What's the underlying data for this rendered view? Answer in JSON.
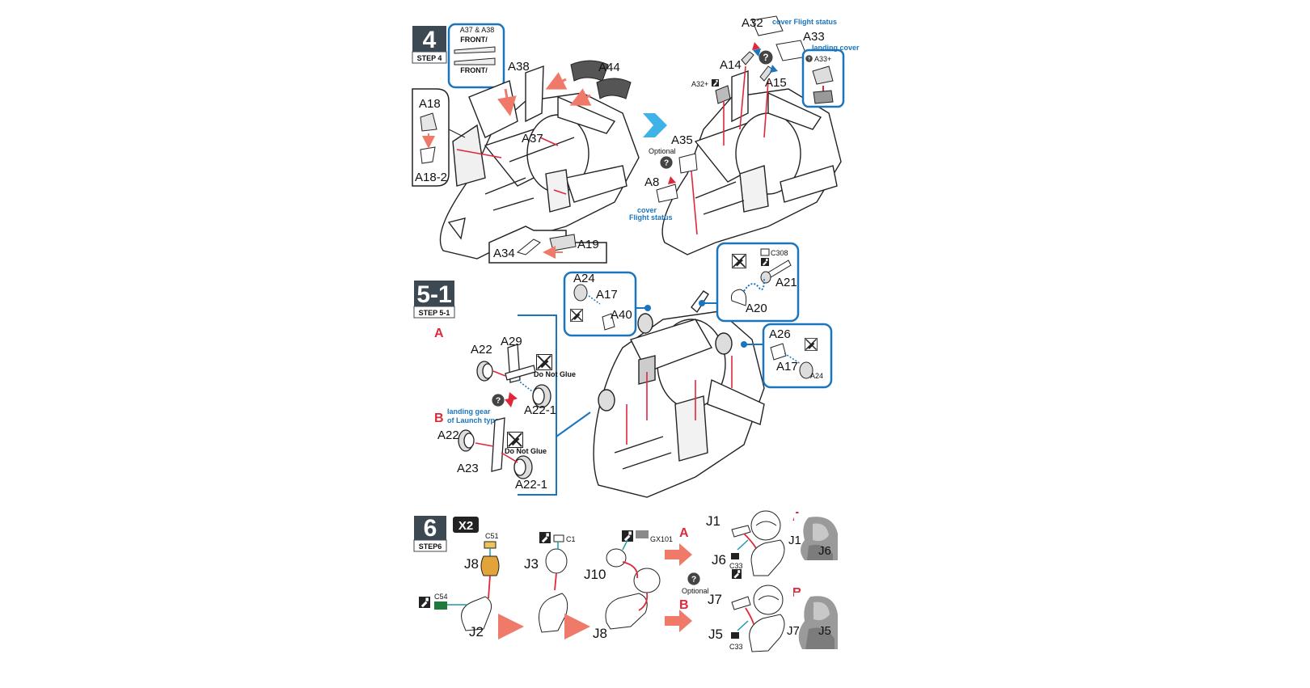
{
  "step4": {
    "num": "4",
    "label": "STEP 4",
    "inset_title": "A37 & A38",
    "inset_front_1": "FRONT/",
    "inset_front_2": "FRONT/",
    "parts": {
      "a38": "A38",
      "a44": "A44",
      "a18": "A18",
      "a18_2": "A18-2",
      "a37": "A37",
      "a34": "A34",
      "a19": "A19"
    },
    "right": {
      "a32": "A32",
      "cover_flight": "cover Flight status",
      "a33": "A33",
      "landing_cover": "landing cover",
      "a14": "A14",
      "a15": "A15",
      "a32plus": "A32+",
      "a33plus": "A33+",
      "a35": "A35",
      "optional": "Optional",
      "a8": "A8",
      "cover": "cover",
      "flight_status": "Flight status"
    }
  },
  "step5": {
    "num": "5-1",
    "label": "STEP 5-1",
    "option_a": "A",
    "option_b": "B",
    "landing_gear_1": "landing gear",
    "landing_gear_2": "of Launch type",
    "do_not_glue_1": "Do Not Glue",
    "do_not_glue_2": "Do Not Glue",
    "parts": {
      "a29": "A29",
      "a22_top": "A22",
      "a22_1_top": "A22-1",
      "a22_bot": "A22",
      "a23": "A23",
      "a22_1_bot": "A22-1",
      "a24_l": "A24",
      "a17_l": "A17",
      "a40": "A40",
      "c308": "C308",
      "a21": "A21",
      "a20": "A20",
      "a26": "A26",
      "a17_r": "A17",
      "a24_r": "A24"
    }
  },
  "step6": {
    "num": "6",
    "label": "STEP6",
    "multiplier": "X2",
    "paints": {
      "c51": "C51",
      "c1": "C1",
      "gx101": "GX101",
      "c54": "C54",
      "c33_a": "C33",
      "c33_b": "C33"
    },
    "parts": {
      "j8_top": "J8",
      "j3": "J3",
      "j10": "J10",
      "j2": "J2",
      "j8_bot": "J8",
      "j1": "J1",
      "j6": "J6",
      "j7": "J7",
      "j5": "J5",
      "photo_j1": "J1",
      "photo_j6": "J6",
      "photo_j7": "J7",
      "photo_j5": "J5"
    },
    "option_a": "A",
    "option_b": "B",
    "optional": "Optional"
  },
  "colors": {
    "step_box": "#3c4852",
    "callout_blue": "#1b75bc",
    "guide_red": "#e0283d",
    "arrow_red": "#f07a6a",
    "arrow_blue": "#3fb3e8",
    "c51_yellow": "#f2c15a",
    "c54_green": "#1f7a3a",
    "gx101_gray": "#8a8a8a",
    "pilot_orange": "#e2a43a"
  },
  "icons": [
    "glue-icon",
    "question-icon",
    "no-glue-icon",
    "paint-icon",
    "swap-arrows-icon"
  ]
}
